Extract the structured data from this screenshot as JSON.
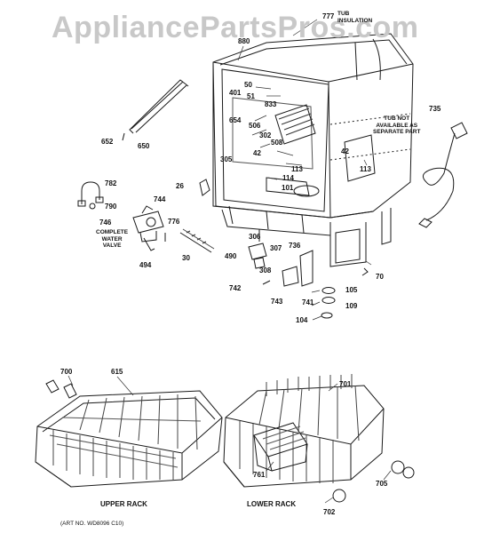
{
  "watermark": "AppliancePartsPros.com",
  "notes": {
    "tub_insulation_line1": "TUB",
    "tub_insulation_line2": "INSULATION",
    "tub_not_available_line1": "TUB NOT",
    "tub_not_available_line2": "AVAILABLE AS",
    "tub_not_available_line3": "SEPARATE PART",
    "complete_water_valve_line1": "COMPLETE",
    "complete_water_valve_line2": "WATER",
    "complete_water_valve_line3": "VALVE"
  },
  "rack_labels": {
    "upper": "UPPER RACK",
    "lower": "LOWER RACK"
  },
  "art_number": "(ART NO. WD8096 C10)",
  "part_numbers": {
    "p777": "777",
    "p880": "880",
    "p50": "50",
    "p401": "401",
    "p51": "51",
    "p833": "833",
    "p654": "654",
    "p506": "506",
    "p302": "302",
    "p508": "508",
    "p42a": "42",
    "p305": "305",
    "p113a": "113",
    "p114": "114",
    "p101": "101",
    "p42b": "42",
    "p113b": "113",
    "p735": "735",
    "p652": "652",
    "p650": "650",
    "p782": "782",
    "p790": "790",
    "p26": "26",
    "p744": "744",
    "p746": "746",
    "p776": "776",
    "p494": "494",
    "p30": "30",
    "p306": "306",
    "p307": "307",
    "p736": "736",
    "p490": "490",
    "p308": "308",
    "p70": "70",
    "p742": "742",
    "p743": "743",
    "p741": "741",
    "p105": "105",
    "p109": "109",
    "p104": "104",
    "p700": "700",
    "p615": "615",
    "p701": "701",
    "p761": "761",
    "p705": "705",
    "p702": "702"
  }
}
